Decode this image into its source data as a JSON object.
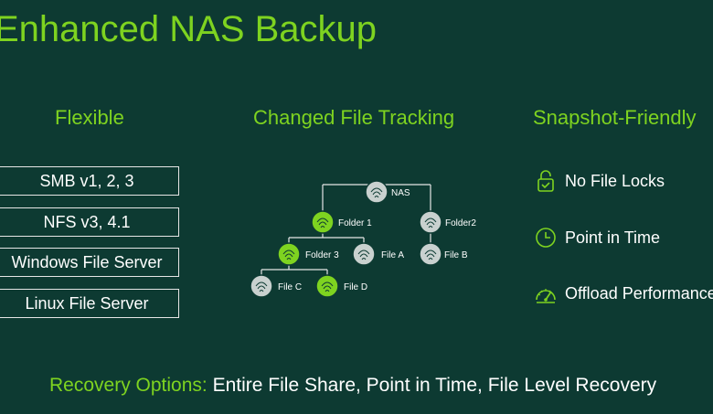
{
  "title": "Enhanced NAS Backup",
  "columns": {
    "flexible": {
      "heading": "Flexible",
      "items": [
        "SMB v1, 2, 3",
        "NFS v3, 4.1",
        "Windows File Server",
        "Linux File Server"
      ]
    },
    "tracking": {
      "heading": "Changed File Tracking",
      "tree": {
        "root": "NAS",
        "folder1": "Folder 1",
        "folder2": "Folder2",
        "folder3": "Folder 3",
        "fileA": "File A",
        "fileB": "File B",
        "fileC": "File C",
        "fileD": "File D"
      }
    },
    "snapshot": {
      "heading": "Snapshot-Friendly",
      "items": [
        {
          "label": "No File Locks",
          "icon": "lock-icon"
        },
        {
          "label": "Point in Time",
          "icon": "clock-icon"
        },
        {
          "label": "Offload Performance",
          "icon": "gauge-icon"
        }
      ]
    }
  },
  "footer": {
    "label": "Recovery Options:",
    "value": "Entire File Share, Point in Time, File Level Recovery"
  },
  "colors": {
    "background": "#0d3a32",
    "accent": "#7ed320",
    "node_changed": "#7ed320",
    "node_unchanged": "#c9d1cf"
  }
}
